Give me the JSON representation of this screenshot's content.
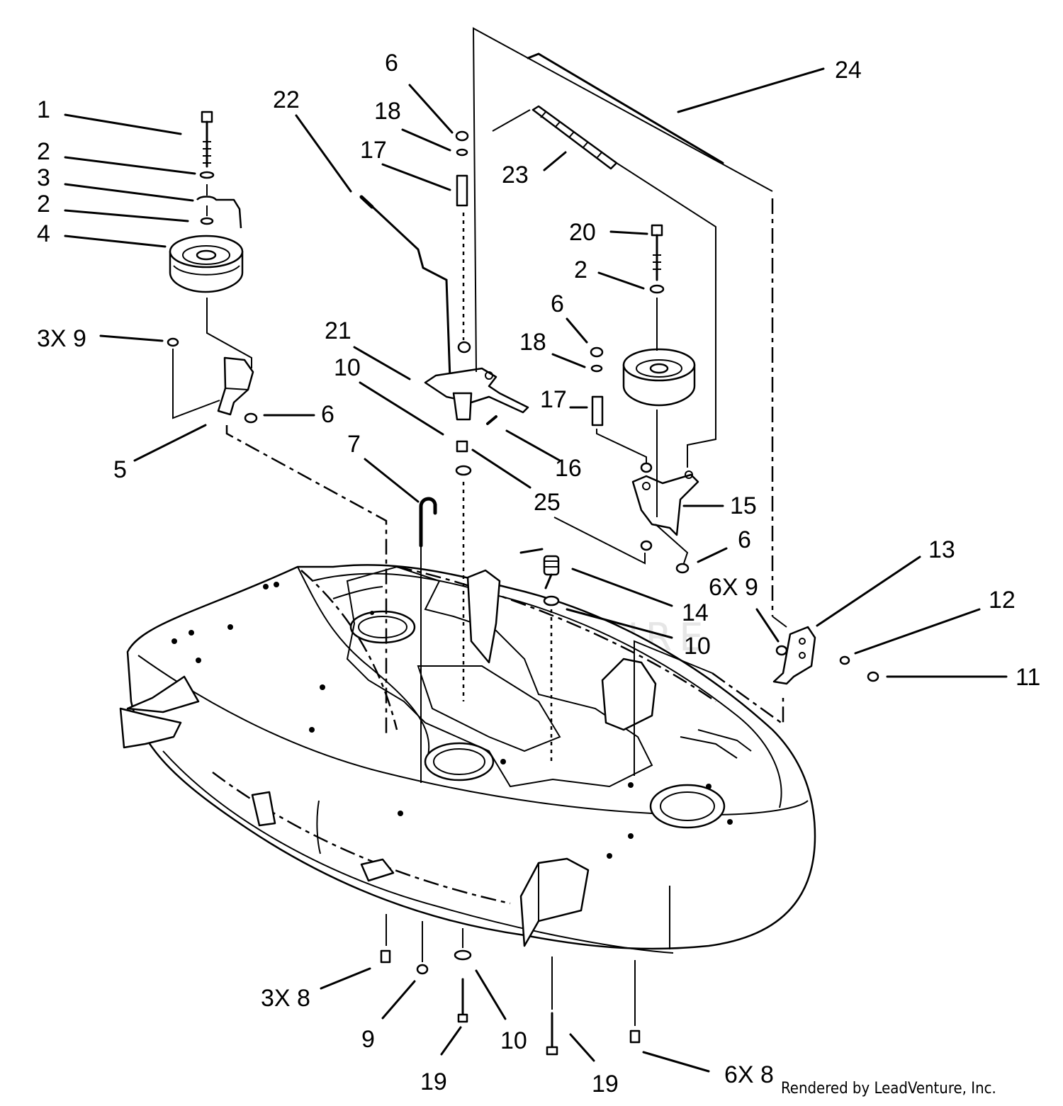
{
  "callouts": {
    "c1": "1",
    "c2a": "2",
    "c3": "3",
    "c2b": "2",
    "c4": "4",
    "c3x9": "3X 9",
    "c5": "5",
    "c6a": "6",
    "c18a": "18",
    "c17a": "17",
    "c22": "22",
    "c21": "21",
    "c10a": "10",
    "c7": "7",
    "c16": "16",
    "c25": "25",
    "c23": "23",
    "c24": "24",
    "c20": "20",
    "c2c": "2",
    "c6b": "6",
    "c18b": "18",
    "c17b": "17",
    "c6c": "6",
    "c15": "15",
    "c6d": "6",
    "c13": "13",
    "c6x9": "6X 9",
    "c12": "12",
    "c11": "11",
    "c14": "14",
    "c10b": "10",
    "c3x8": "3X 8",
    "c9": "9",
    "c10c": "10",
    "c19a": "19",
    "c19b": "19",
    "c6x8": "6X 8"
  },
  "watermark": "LEADVENTURE",
  "credit": "Rendered by LeadVenture, Inc."
}
